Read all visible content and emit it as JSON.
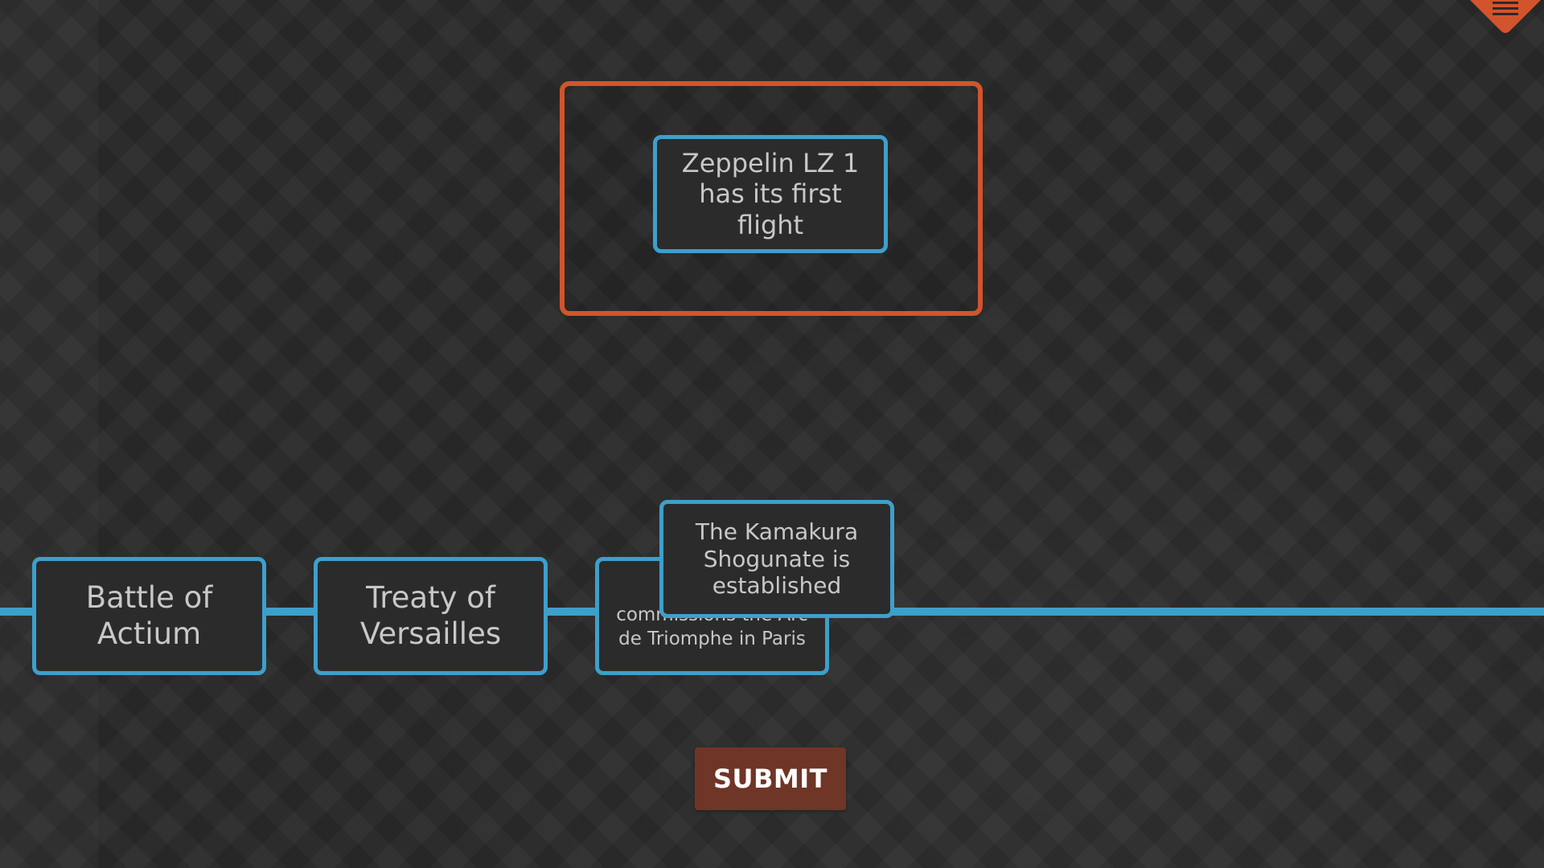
{
  "prompt_card": {
    "text": "Zeppelin LZ 1 has its first flight"
  },
  "timeline": {
    "cards": [
      {
        "text": "Battle of Actium"
      },
      {
        "text": "Treaty of Versailles"
      },
      {
        "text": "Napoleon commissions the Arc de Triomphe in Paris"
      }
    ]
  },
  "dragging_card": {
    "text": "The Kamakura Shogunate is established"
  },
  "submit": {
    "label": "SUBMIT"
  },
  "menu": {
    "icon": "hamburger-menu-icon"
  },
  "colors": {
    "accent_blue": "#3e9fcb",
    "accent_orange": "#d2542c",
    "submit_bg": "#6f3526",
    "background": "#2a2a2a"
  }
}
